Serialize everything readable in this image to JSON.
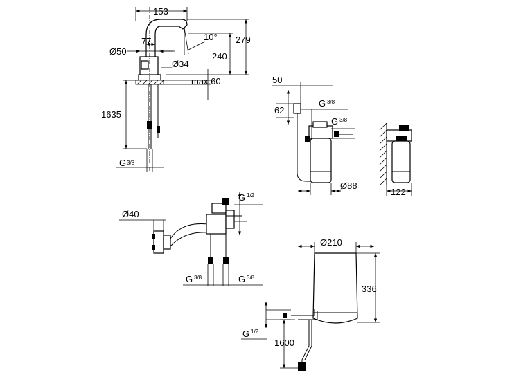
{
  "diagram": {
    "dimensions": {
      "faucet_width": "153",
      "spout_angle": "10°",
      "faucet_total_height": "279",
      "faucet_spout_height": "240",
      "spout_offset": "77",
      "body_diameter": "Ø50",
      "base_diameter": "Ø34",
      "max_counter_thickness": "max.60",
      "hose_length": "1635",
      "hose_thread": "G",
      "hose_thread_fraction": "3/8"
    },
    "filter": {
      "wall_offset": "50",
      "height_offset": "62",
      "thread_top": "G",
      "thread_top_fraction": "3/8",
      "thread_side": "G",
      "thread_side_fraction": "3/8",
      "diameter": "Ø88",
      "wall_depth": "122"
    },
    "valve": {
      "trap_diameter": "Ø40",
      "thread_top": "G",
      "thread_top_fraction": "1/2",
      "thread_left": "G",
      "thread_left_fraction": "3/8",
      "thread_right": "G",
      "thread_right_fraction": "3/8"
    },
    "boiler": {
      "diameter": "Ø210",
      "height": "336",
      "thread": "G",
      "thread_fraction": "1/2",
      "cable_length": "1600"
    }
  }
}
